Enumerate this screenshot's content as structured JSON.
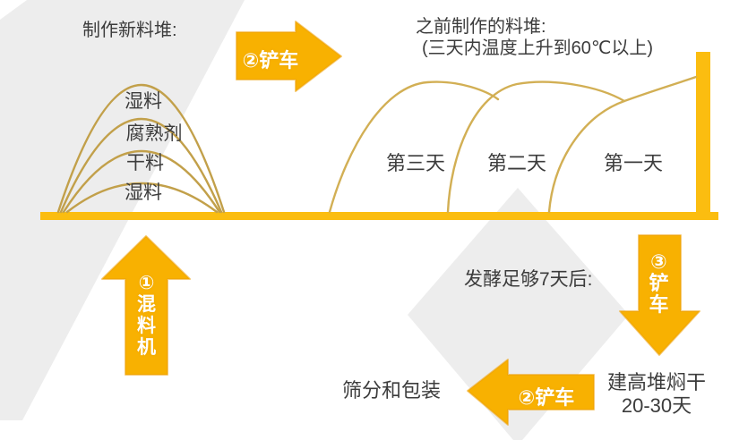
{
  "colors": {
    "arrow_orange": "#F8B101",
    "arrow_edge": "#ED9F06",
    "ground_orange": "#FBBD10",
    "pile_outline": "#C2A04A",
    "mound_outline": "#D2AF54",
    "diamond_gray": "#EDEDED",
    "text_dark": "#3C3C3C",
    "label_white": "#FFFFFF"
  },
  "new_pile": {
    "title": "制作新料堆:",
    "layers": [
      "湿料",
      "腐熟剂",
      "干料",
      "湿料"
    ]
  },
  "old_piles": {
    "title": "之前制作的料堆:",
    "subtitle": "(三天内温度上升到60℃以上)",
    "mounds": [
      "第三天",
      "第二天",
      "第一天"
    ]
  },
  "arrows": {
    "loader_top": "②铲车",
    "mixer_up": "①混料机",
    "loader_down": "③铲车",
    "loader_left": "②铲车"
  },
  "labels": {
    "fermentation": "发酵足够7天后:",
    "screening": "筛分和包装",
    "stack_line1": "建高堆焖干",
    "stack_line2": "20-30天"
  }
}
